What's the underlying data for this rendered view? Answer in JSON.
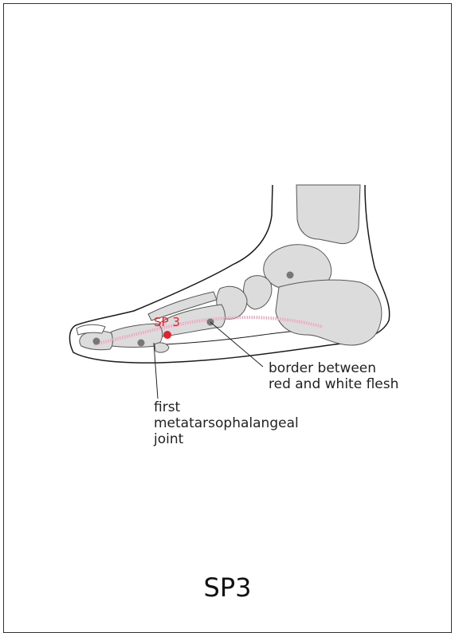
{
  "point": {
    "label": "SP 3",
    "color": "#e0232e"
  },
  "annotations": {
    "border_line1": "border between",
    "border_line2": "red and white flesh",
    "joint_line1": "first",
    "joint_line2": "metatarsophalangeal",
    "joint_line3": "joint"
  },
  "title": "SP3"
}
